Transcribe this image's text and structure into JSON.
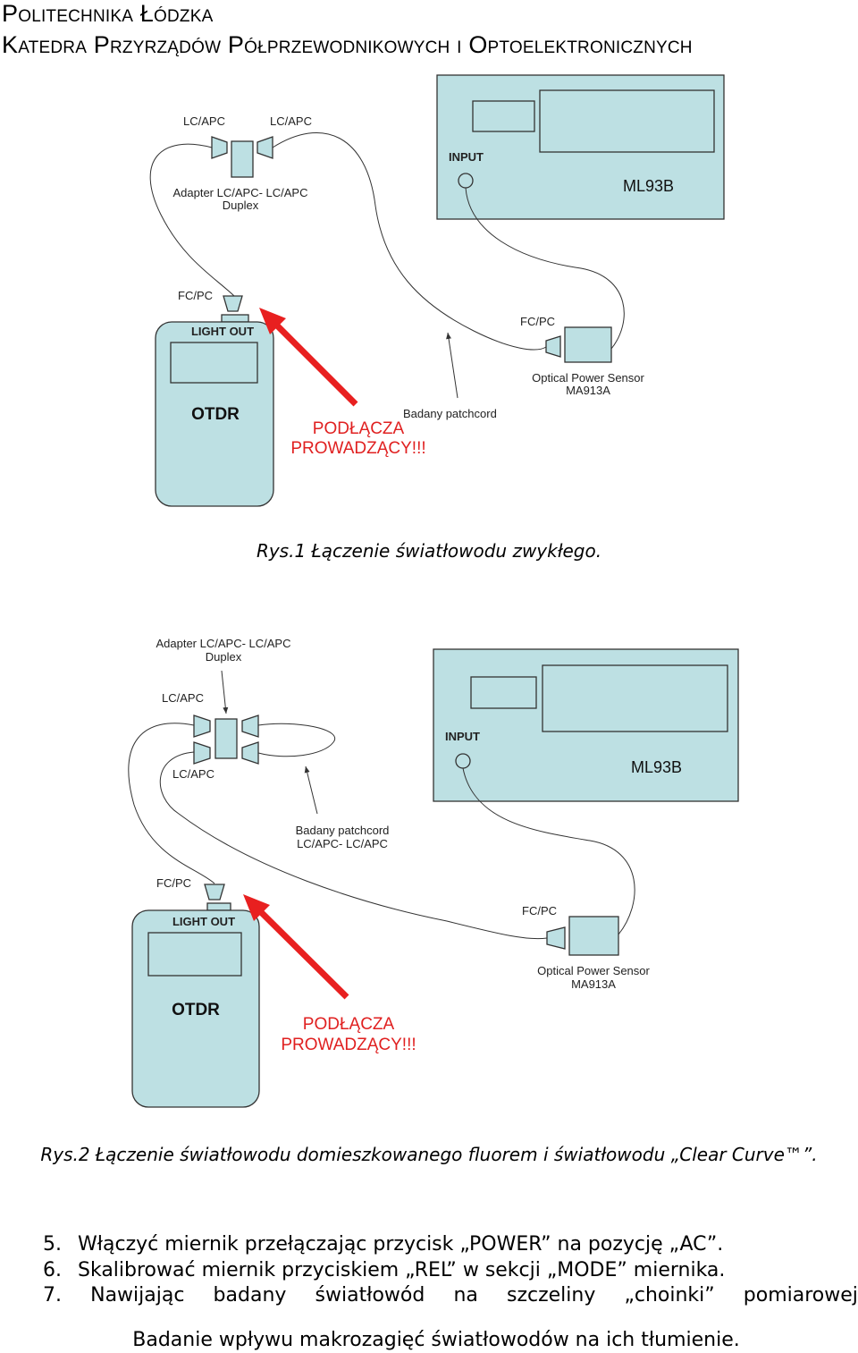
{
  "header": {
    "line1": "Politechnika Łódzka",
    "line2": "Katedra Przyrządów Półprzewodnikowych i Optoelektronicznych"
  },
  "fig1": {
    "lc_left": "LC/APC",
    "lc_right": "LC/APC",
    "adapter_line1": "Adapter LC/APC- LC/APC",
    "adapter_line2": "Duplex",
    "input": "INPUT",
    "meter": "ML93B",
    "fcpc_otdr": "FC/PC",
    "light_out": "LIGHT OUT",
    "otdr": "OTDR",
    "warn1": "PODŁĄCZA",
    "warn2": "PROWADZĄCY!!!",
    "patchcord": "Badany patchcord",
    "fcpc_sensor": "FC/PC",
    "sensor1": "Optical Power Sensor",
    "sensor2": "MA913A",
    "caption": "Rys.1 Łączenie światłowodu zwykłego."
  },
  "fig2": {
    "adapter_line1": "Adapter LC/APC- LC/APC",
    "adapter_line2": "Duplex",
    "lc_top": "LC/APC",
    "lc_bottom": "LC/APC",
    "input": "INPUT",
    "meter": "ML93B",
    "patchcord1": "Badany patchcord",
    "patchcord2": "LC/APC- LC/APC",
    "fcpc_otdr": "FC/PC",
    "light_out": "LIGHT OUT",
    "otdr": "OTDR",
    "warn1": "PODŁĄCZA",
    "warn2": "PROWADZĄCY!!!",
    "fcpc_sensor": "FC/PC",
    "sensor1": "Optical Power Sensor",
    "sensor2": "MA913A",
    "caption": "Rys.2 Łączenie światłowodu domieszkowanego fluorem i światłowodu „Clear Curve™”."
  },
  "steps": [
    {
      "num": "5.",
      "text": "Włączyć miernik przełączając przycisk „POWER” na pozycję „AC”."
    },
    {
      "num": "6.",
      "text": "Skalibrować miernik przyciskiem „REL” w sekcji „MODE” miernika."
    },
    {
      "num": "7.",
      "words": [
        "Nawijając",
        "badany",
        "światłowód",
        "na",
        "szczeliny",
        "„choinki”",
        "pomiarowej"
      ]
    }
  ],
  "footer": "Badanie wpływu makrozagięć światłowodów na ich tłumienie."
}
